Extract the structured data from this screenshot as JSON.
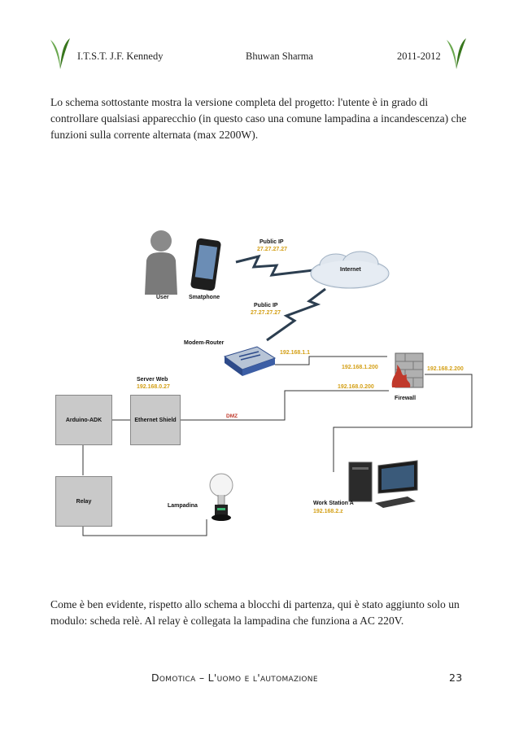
{
  "header": {
    "school": "I.T.S.T. J.F. Kennedy",
    "author": "Bhuwan Sharma",
    "years": "2011-2012"
  },
  "intro_text": "Lo schema sottostante mostra la versione completa del progetto: l'utente è in grado di controllare qualsiasi apparecchio (in questo caso una comune lampadina a incandescenza) che funzioni sulla corrente alternata (max 2200W).",
  "diagram": {
    "user": "User",
    "smartphone": "Smatphone",
    "public_ip_top": {
      "label": "Public IP",
      "ip": "27.27.27.27"
    },
    "public_ip_bottom": {
      "label": "Public IP",
      "ip": "27.27.27.27"
    },
    "internet": "Internet",
    "modem_router": "Modem-Router",
    "router_ip": "192.168.1.1",
    "firewall": "Firewall",
    "firewall_ip_1": "192.168.1.200",
    "firewall_ip_2": "192.168.2.200",
    "firewall_ip_0": "192.168.0.200",
    "server_web": {
      "label": "Server Web",
      "ip": "192.168.0.27"
    },
    "dmz": "DMZ",
    "arduino": "Arduino-ADK",
    "ethernet_shield": "Ethernet Shield",
    "relay": "Relay",
    "lampadina": "Lampadina",
    "workstation": {
      "label": "Work Station A",
      "ip": "192.168.2.z"
    },
    "colors": {
      "ip": "#d4a017",
      "dmz": "#c0392b",
      "box": "#c9c9c9",
      "router": "#2d4a8a"
    }
  },
  "conclusion_text": "Come è ben evidente, rispetto allo schema a blocchi di partenza, qui è stato aggiunto solo un modulo: scheda relè. Al relay è collegata la lampadina che funziona a AC 220V.",
  "footer": {
    "title": "Domotica – L'uomo e l'automazione",
    "page_number": "23"
  }
}
